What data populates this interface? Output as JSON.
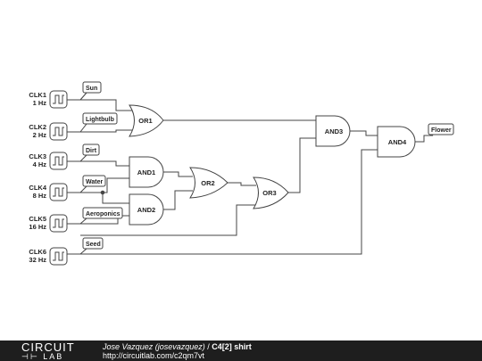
{
  "clocks": [
    {
      "name": "CLK1",
      "freq": "1 Hz"
    },
    {
      "name": "CLK2",
      "freq": "2 Hz"
    },
    {
      "name": "CLK3",
      "freq": "4 Hz"
    },
    {
      "name": "CLK4",
      "freq": "8 Hz"
    },
    {
      "name": "CLK5",
      "freq": "16 Hz"
    },
    {
      "name": "CLK6",
      "freq": "32 Hz"
    }
  ],
  "input_labels": [
    "Sun",
    "Lightbulb",
    "Dirt",
    "Water",
    "Aeroponics",
    "Seed"
  ],
  "gates": {
    "or1": "OR1",
    "or2": "OR2",
    "or3": "OR3",
    "and1": "AND1",
    "and2": "AND2",
    "and3": "AND3",
    "and4": "AND4"
  },
  "output_label": "Flower",
  "footer": {
    "logo_top": "CIRCUIT",
    "logo_bottom": "LAB",
    "author": "Jose Vazquez (josevazquez)",
    "separator": " / ",
    "title": "C4[2] shirt",
    "url": "http://circuitlab.com/c2qm7vt"
  }
}
